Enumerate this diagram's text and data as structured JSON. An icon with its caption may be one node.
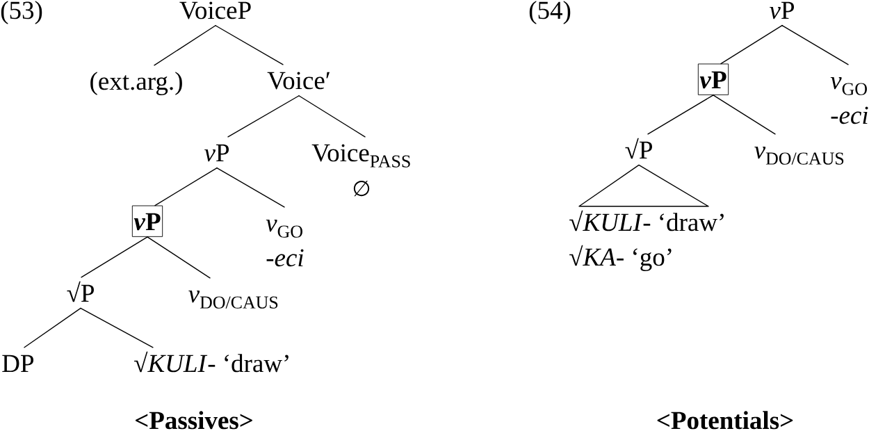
{
  "diagram": {
    "nodes": [
      {
        "text": [
          "VoiceP"
        ]
      },
      {
        "text": [
          "(ext.arg.)"
        ]
      },
      {
        "text": [
          "Voice′"
        ]
      },
      {
        "text": [
          "vP"
        ]
      },
      {
        "text": [
          "Voice$_{PASS}$",
          "∅"
        ]
      },
      {
        "text": [
          "vP"
        ]
      },
      {
        "text": [
          "*v*$_{GO}$",
          "-eci"
        ]
      },
      {
        "text": [
          "√P"
        ]
      },
      {
        "text": [
          "*v*$_{DO/CAUS}$"
        ]
      },
      {
        "text": [
          "DP"
        ]
      },
      {
        "text": [
          "√*KULI*- ‘draw’"
        ]
      },
      {
        "text": [
          "vP"
        ]
      },
      {
        "text": [
          "vP"
        ]
      },
      {
        "text": [
          "*v*$_{GO}$",
          "-eci"
        ]
      },
      {
        "text": [
          "√P"
        ]
      },
      {
        "text": [
          "*v*$_{DO/CAUS}$"
        ]
      },
      {
        "text": [
          "√*KULI*- ‘draw’",
          "√*KA*- ‘go’"
        ]
      }
    ],
    "edges": [
      {
        "from": 0,
        "to": 1,
        "arrow": "none"
      },
      {
        "from": 0,
        "to": 2,
        "arrow": "none"
      },
      {
        "from": 2,
        "to": 3,
        "arrow": "none"
      },
      {
        "from": 2,
        "to": 4,
        "arrow": "none"
      },
      {
        "from": 3,
        "to": 5,
        "arrow": "none"
      },
      {
        "from": 3,
        "to": 6,
        "arrow": "none"
      },
      {
        "from": 5,
        "to": 7,
        "arrow": "none"
      },
      {
        "from": 5,
        "to": 8,
        "arrow": "none"
      },
      {
        "from": 7,
        "to": 9,
        "arrow": "none"
      },
      {
        "from": 7,
        "to": 10,
        "arrow": "none"
      },
      {
        "from": 11,
        "to": 12,
        "arrow": "none"
      },
      {
        "from": 11,
        "to": 13,
        "arrow": "none"
      },
      {
        "from": 12,
        "to": 14,
        "arrow": "none"
      },
      {
        "from": 12,
        "to": 15,
        "arrow": "none"
      },
      {
        "from": 14,
        "to": 16,
        "arrow": "none"
      }
    ],
    "labels": [
      "(53)",
      "(54)",
      "<Passives>",
      "<Potentials>"
    ]
  }
}
